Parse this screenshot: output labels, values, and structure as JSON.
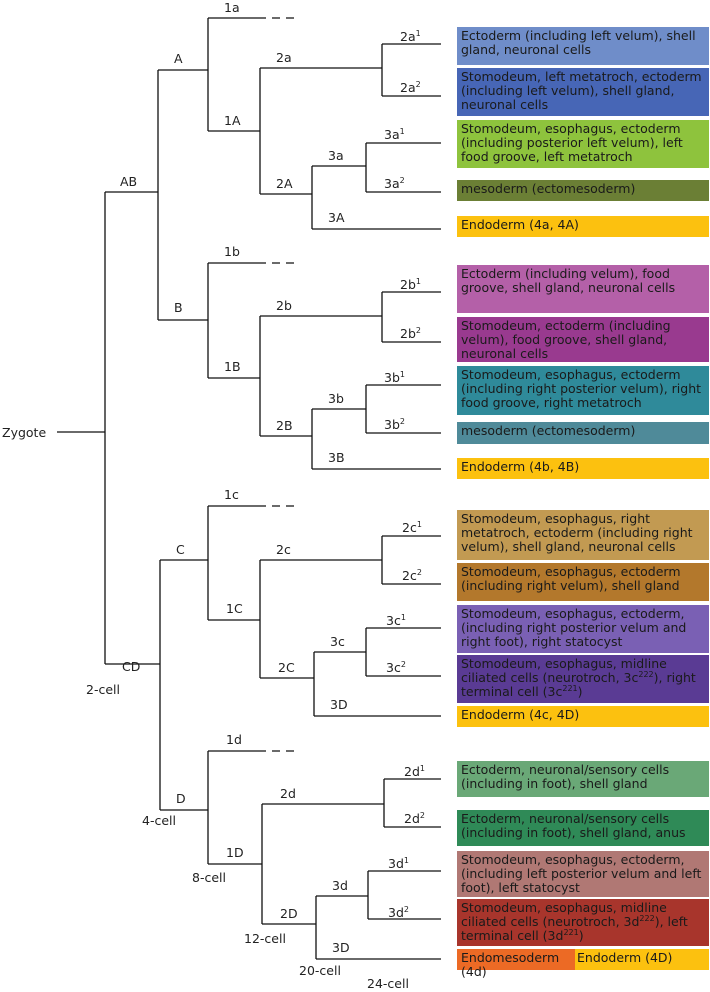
{
  "root": "Zygote",
  "nodes": {
    "AB": "AB",
    "CD": "CD",
    "A": "A",
    "B": "B",
    "C": "C",
    "D": "D",
    "1a": "1a",
    "1A": "1A",
    "1b": "1b",
    "1B": "1B",
    "1c": "1c",
    "1C": "1C",
    "1d": "1d",
    "1D": "1D",
    "2a": "2a",
    "2A": "2A",
    "2b": "2b",
    "2B": "2B",
    "2c": "2c",
    "2C": "2C",
    "2d": "2d",
    "2D": "2D",
    "3a": "3a",
    "3A": "3A",
    "3b": "3b",
    "3B": "3B",
    "3c": "3c",
    "3D_c": "3D",
    "3d": "3d",
    "3D": "3D",
    "2a1": "2a",
    "2a2": "2a",
    "3a1": "3a",
    "3a2": "3a",
    "2b1": "2b",
    "2b2": "2b",
    "3b1": "3b",
    "3b2": "3b",
    "2c1": "2c",
    "2c2": "2c",
    "3c1": "3c",
    "3c2": "3c",
    "2d1": "2d",
    "2d2": "2d",
    "3d1": "3d",
    "3d2": "3d",
    "sup1": "1",
    "sup2": "2"
  },
  "stages": {
    "s2": "2-cell",
    "s4": "4-cell",
    "s8": "8-cell",
    "s12": "12-cell",
    "s20": "20-cell",
    "s24": "24-cell"
  },
  "fates": {
    "2a1": {
      "text": "Ectoderm (including left velum), shell gland, neuronal cells",
      "color": "#6f8dc9"
    },
    "2a2": {
      "text": "Stomodeum, left metatroch, ectoderm (including left velum), shell gland, neuronal cells",
      "color": "#4766b6"
    },
    "3a1": {
      "text": "Stomodeum, esophagus, ectoderm (including posterior left velum), left food groove, left metatroch",
      "color": "#8ec33d"
    },
    "3a2": {
      "text": "mesoderm (ectomesoderm)",
      "color": "#6b7f35"
    },
    "3A": {
      "text": "Endoderm (4a, 4A)",
      "color": "#fcc10f"
    },
    "2b1": {
      "text": "Ectoderm (including velum), food groove, shell gland, neuronal cells",
      "color": "#b460a8"
    },
    "2b2": {
      "text": "Stomodeum, ectoderm (including velum), food groove, shell gland, neuronal cells",
      "color": "#993a8f"
    },
    "3b1": {
      "text": "Stomodeum, esophagus, ectoderm (including right posterior velum), right food groove, right metatroch",
      "color": "#2f8a9a"
    },
    "3b2": {
      "text": "mesoderm (ectomesoderm)",
      "color": "#4f8a99"
    },
    "3B": {
      "text": "Endoderm (4b, 4B)",
      "color": "#fcc10f"
    },
    "2c1": {
      "text": "Stomodeum, esophagus, right metatroch, ectoderm (including right velum), shell gland, neuronal cells",
      "color": "#c29a52"
    },
    "2c2": {
      "text": "Stomodeum, esophagus, ectoderm (including right velum), shell gland",
      "color": "#b3782c"
    },
    "3c1": {
      "text": "Stomodeum, esophagus, ectoderm, (including right posterior velum and right foot), right statocyst",
      "color": "#7a60b4"
    },
    "3c2": {
      "html": "Stomodeum, esophagus, midline ciliated cells (neurotroch, 3c<sup>222</sup>), right terminal cell (3c<sup>221</sup>)",
      "text": "Stomodeum, esophagus, midline ciliated cells (neurotroch, 3c222), right terminal cell (3c221)",
      "color": "#5a3b94"
    },
    "3D_c": {
      "text": "Endoderm (4c, 4D)",
      "color": "#fcc10f"
    },
    "2d1": {
      "text": "Ectoderm, neuronal/sensory cells (including in foot), shell gland",
      "color": "#6aa877"
    },
    "2d2": {
      "text": "Ectoderm, neuronal/sensory cells (including in foot), shell gland, anus",
      "color": "#2f8a57"
    },
    "3d1": {
      "text": "Stomodeum, esophagus, ectoderm, (including left posterior velum and left foot), left statocyst",
      "color": "#b07874"
    },
    "3d2": {
      "html": "Stomodeum, esophagus, midline ciliated cells (neurotroch, 3d<sup>222</sup>), left terminal cell (3d<sup>221</sup>)",
      "text": "Stomodeum, esophagus, midline ciliated cells (neurotroch, 3d222), left terminal cell (3d221)",
      "color": "#a8352c"
    },
    "3D_endomeso": {
      "text": "Endomesoderm (4d)",
      "color": "#ec6a25"
    },
    "3D_endo": {
      "text": "Endoderm (4D)",
      "color": "#fcc10f"
    }
  }
}
